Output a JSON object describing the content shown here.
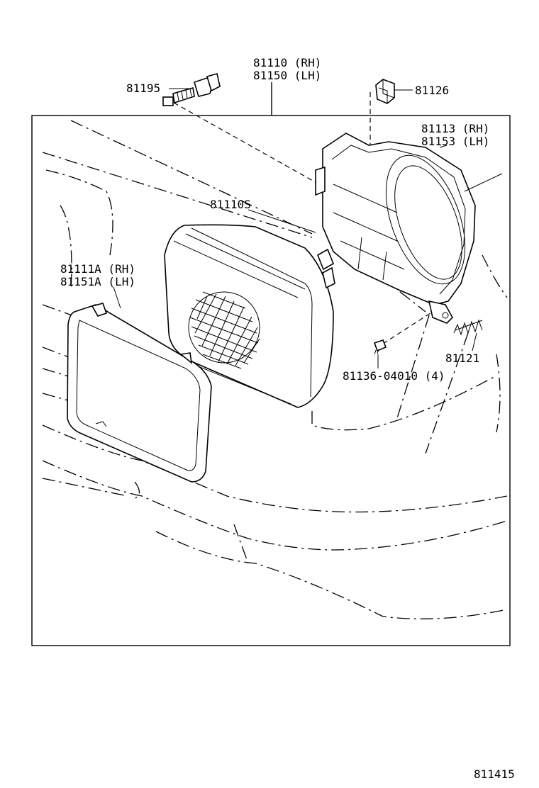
{
  "labels": {
    "housing_rh": "81110 (RH)",
    "housing_lh": "81150 (LH)",
    "bolt": "81195",
    "clip": "81126",
    "body_rh": "81113 (RH)",
    "body_lh": "81153 (LH)",
    "sealed_beam": "81110S",
    "retainer_rh": "81111A (RH)",
    "retainer_lh": "81151A (LH)",
    "spring": "81121",
    "screw": "81136-04010 (4)",
    "ref_number": "811415"
  }
}
